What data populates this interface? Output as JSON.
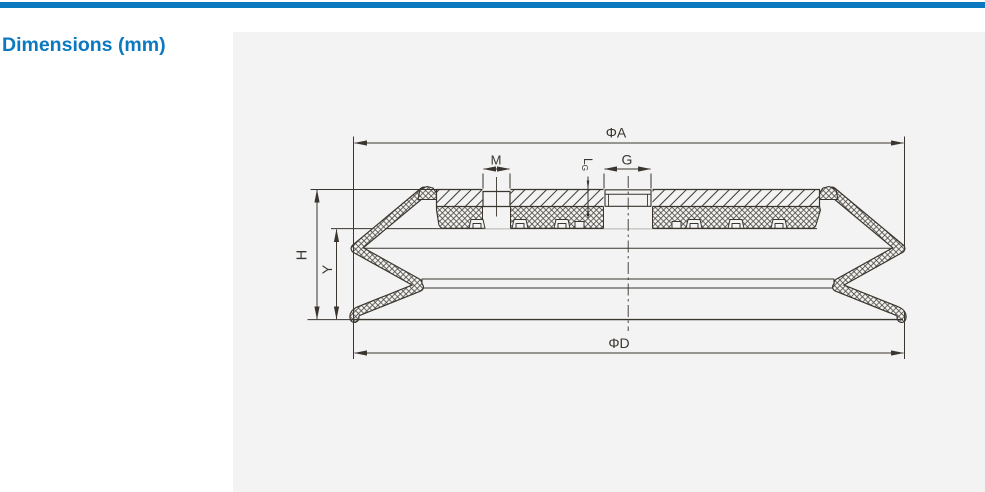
{
  "header": {
    "title": "Dimensions (mm)"
  },
  "diagram": {
    "dim_phi_a": "ΦA",
    "dim_m": "M",
    "dim_g": "G",
    "dim_lg_main": "L",
    "dim_lg_sub": "G",
    "dim_h": "H",
    "dim_y": "Y",
    "dim_phi_d": "ΦD"
  },
  "colors": {
    "accent_blue": "#0b79c0",
    "panel_background": "#f2f3f2",
    "drawing_line": "#3a352f"
  }
}
